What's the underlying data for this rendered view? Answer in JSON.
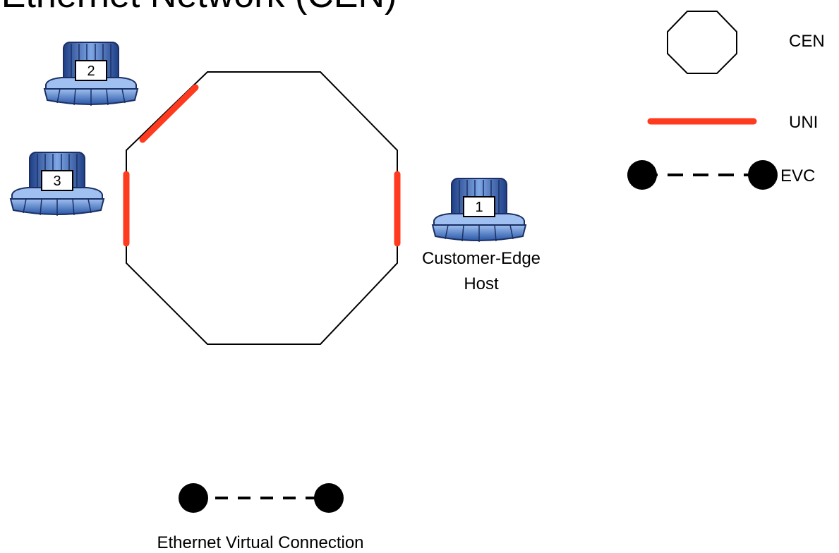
{
  "title": "r Ethernet Network (CEN)",
  "legend": {
    "cen_label": "CEN",
    "uni_label": "UNI",
    "evc_label": "EVC"
  },
  "hosts": [
    {
      "number": "2"
    },
    {
      "number": "3"
    },
    {
      "number": "1"
    }
  ],
  "host_caption": [
    "Customer-Edge",
    "Host"
  ],
  "evc_caption": "Ethernet Virtual Connection",
  "colors": {
    "uni": "#ff3b1f",
    "host_blue": "#3f6fb8",
    "host_light": "#8fb3ea",
    "outline": "#000000"
  },
  "icons": {
    "host": "customer-edge-host-icon",
    "evc_endpoint": "evc-endpoint-dot-icon",
    "cen": "octagon-cen-icon"
  }
}
